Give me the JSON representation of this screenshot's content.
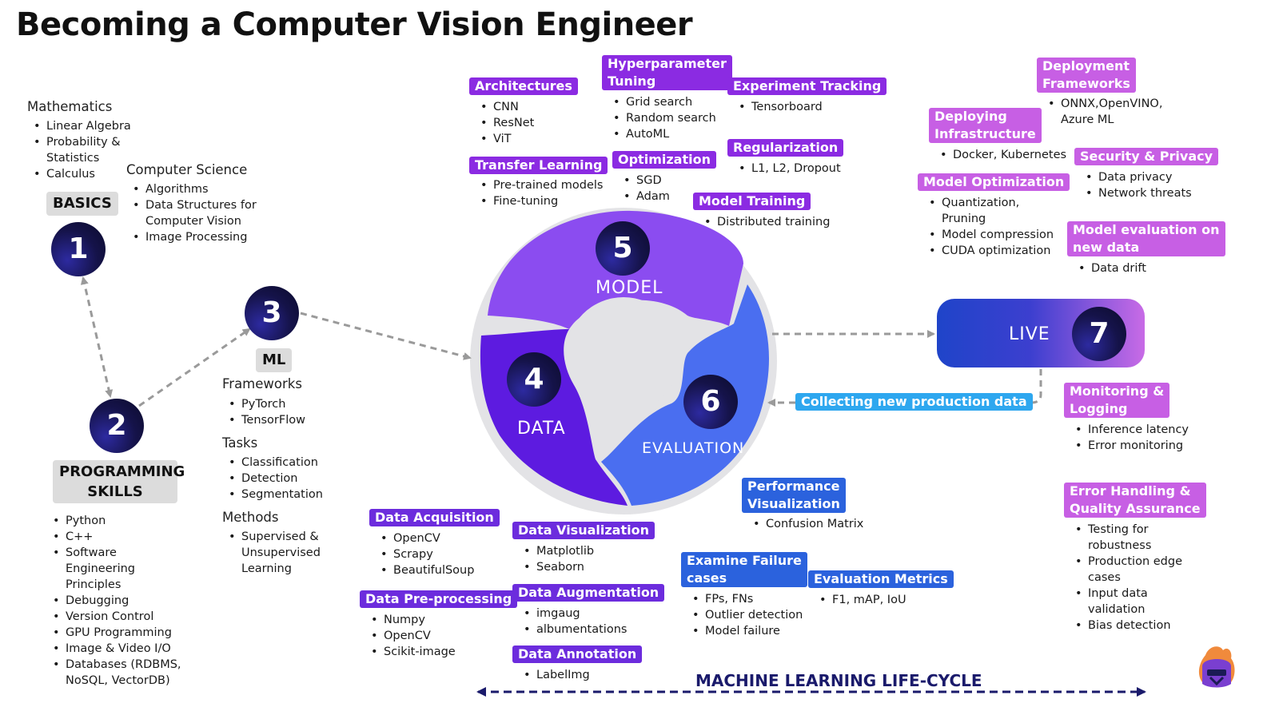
{
  "title": "Becoming a Computer Vision Engineer",
  "basics": {
    "label": "BASICS",
    "number": "1",
    "math_head": "Mathematics",
    "math_items": [
      "Linear Algebra",
      "Probability &\nStatistics",
      "Calculus"
    ],
    "cs_head": "Computer Science",
    "cs_items": [
      "Algorithms",
      "Data Structures for\nComputer Vision",
      "Image Processing"
    ]
  },
  "programming": {
    "label": "PROGRAMMING\nSKILLS",
    "number": "2",
    "items": [
      "Python",
      "C++",
      "Software\nEngineering\nPrinciples",
      "Debugging",
      "Version Control",
      "GPU Programming",
      "Image & Video I/O",
      "Databases (RDBMS,\nNoSQL, VectorDB)"
    ]
  },
  "ml": {
    "label": "ML",
    "number": "3",
    "frameworks_head": "Frameworks",
    "frameworks": [
      "PyTorch",
      "TensorFlow"
    ],
    "tasks_head": "Tasks",
    "tasks": [
      "Classification",
      "Detection",
      "Segmentation"
    ],
    "methods_head": "Methods",
    "methods": [
      "Supervised &\nUnsupervised\nLearning"
    ]
  },
  "cycle": {
    "data": {
      "number": "4",
      "label": "DATA"
    },
    "model": {
      "number": "5",
      "label": "MODEL"
    },
    "evaluation": {
      "number": "6",
      "label": "EVALUATION"
    }
  },
  "model_topics": {
    "architectures": {
      "label": "Architectures",
      "items": [
        "CNN",
        "ResNet",
        "ViT"
      ]
    },
    "transfer": {
      "label": "Transfer Learning",
      "items": [
        "Pre-trained models",
        "Fine-tuning"
      ]
    },
    "hyper": {
      "label": "Hyperparameter\nTuning",
      "items": [
        "Grid search",
        "Random search",
        "AutoML"
      ]
    },
    "optimization": {
      "label": "Optimization",
      "items": [
        "SGD",
        "Adam"
      ]
    },
    "experiment": {
      "label": "Experiment Tracking",
      "items": [
        "Tensorboard"
      ]
    },
    "regularization": {
      "label": "Regularization",
      "items": [
        "L1, L2, Dropout"
      ]
    },
    "training": {
      "label": "Model Training",
      "items": [
        "Distributed training"
      ]
    }
  },
  "data_topics": {
    "acquisition": {
      "label": "Data Acquisition",
      "items": [
        "OpenCV",
        "Scrapy",
        "BeautifulSoup"
      ]
    },
    "preprocessing": {
      "label": "Data Pre-processing",
      "items": [
        "Numpy",
        "OpenCV",
        "Scikit-image"
      ]
    },
    "visualization": {
      "label": "Data Visualization",
      "items": [
        "Matplotlib",
        "Seaborn"
      ]
    },
    "augmentation": {
      "label": "Data Augmentation",
      "items": [
        "imgaug",
        "albumentations"
      ]
    },
    "annotation": {
      "label": "Data Annotation",
      "items": [
        "LabelImg"
      ]
    }
  },
  "eval_topics": {
    "performance": {
      "label": "Performance\nVisualization",
      "items": [
        "Confusion Matrix"
      ]
    },
    "failure": {
      "label": "Examine Failure\ncases",
      "items": [
        "FPs, FNs",
        "Outlier detection",
        "Model failure"
      ]
    },
    "metrics": {
      "label": "Evaluation Metrics",
      "items": [
        "F1, mAP, IoU"
      ]
    }
  },
  "live": {
    "label": "LIVE",
    "number": "7",
    "collect_label": "Collecting new production data"
  },
  "deploy_topics": {
    "frameworks": {
      "label": "Deployment\nFrameworks",
      "items": [
        "ONNX,OpenVINO,\nAzure ML"
      ]
    },
    "infrastructure": {
      "label": "Deploying\nInfrastructure",
      "items": [
        "Docker, Kubernetes"
      ]
    },
    "security": {
      "label": "Security & Privacy",
      "items": [
        "Data privacy",
        "Network threats"
      ]
    },
    "optimization": {
      "label": "Model Optimization",
      "items": [
        "Quantization,\nPruning",
        "Model compression",
        "CUDA optimization"
      ]
    },
    "new_data": {
      "label": "Model evaluation on\nnew data",
      "items": [
        "Data drift"
      ]
    },
    "monitoring": {
      "label": "Monitoring &\nLogging",
      "items": [
        "Inference latency",
        "Error monitoring"
      ]
    },
    "error_handling": {
      "label": "Error Handling &\nQuality Assurance",
      "items": [
        "Testing for\nrobustness",
        "Production edge\ncases",
        " Input data\nvalidation",
        "Bias detection"
      ]
    }
  },
  "footer": "MACHINE LEARNING LIFE-CYCLE",
  "colors": {
    "tag_purple": "#8b2be2",
    "tag_magenta": "#c75fe4",
    "model_segment": "#8b4cf0",
    "data_segment": "#5d1be0",
    "evaluation_segment": "#4a6ef0",
    "collect_tag": "#2ea7ef",
    "number_circle": "#15134a",
    "footer_text": "#1a1a6b"
  },
  "icons": [
    "broadcast-icon",
    "logo-helmet-icon"
  ]
}
